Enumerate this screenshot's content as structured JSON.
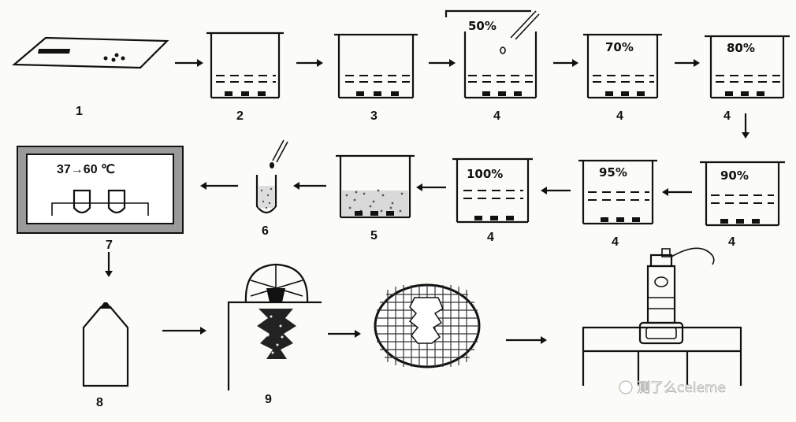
{
  "steps": {
    "s1": {
      "label": "1"
    },
    "s2": {
      "label": "2"
    },
    "s3": {
      "label": "3"
    },
    "s4a": {
      "label": "4",
      "percent": "50%"
    },
    "s4b": {
      "label": "4",
      "percent": "70%"
    },
    "s4c": {
      "label": "4",
      "percent": "80%"
    },
    "s4d": {
      "label": "4",
      "percent": "90%"
    },
    "s4e": {
      "label": "4",
      "percent": "95%"
    },
    "s4f": {
      "label": "4",
      "percent": "100%"
    },
    "s5": {
      "label": "5"
    },
    "s6": {
      "label": "6"
    },
    "s7": {
      "label": "7",
      "temperature": "37→60 ℃"
    },
    "s8": {
      "label": "8"
    },
    "s9": {
      "label": "9"
    }
  },
  "watermark": {
    "text": "测了么celeme"
  },
  "icons": {
    "arrow": "arrow-icon",
    "pipette": "pipette-icon",
    "microscope": "microscope-icon"
  }
}
